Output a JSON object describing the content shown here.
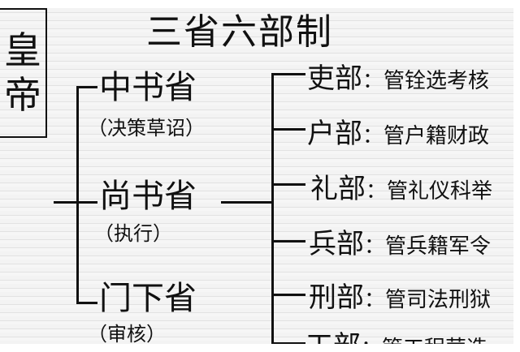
{
  "title": "三省六部制",
  "emperor": [
    "皇",
    "帝"
  ],
  "provinces": [
    {
      "name": "中书省",
      "role": "（决策草诏）"
    },
    {
      "name": "尚书省",
      "role": "（执行）"
    },
    {
      "name": "门下省",
      "role": "（审核）"
    }
  ],
  "ministries": [
    {
      "name": "吏部",
      "duty": "：管铨选考核"
    },
    {
      "name": "户部",
      "duty": "：管户籍财政"
    },
    {
      "name": "礼部",
      "duty": "：管礼仪科举"
    },
    {
      "name": "兵部",
      "duty": "：管兵籍军令"
    },
    {
      "name": "刑部",
      "duty": "：管司法刑狱"
    },
    {
      "name": "工部",
      "duty": "：管工程营造"
    }
  ]
}
